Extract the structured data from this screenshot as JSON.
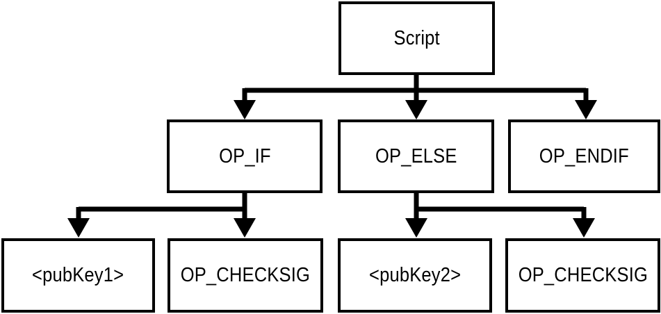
{
  "diagram": {
    "root": {
      "label": "Script"
    },
    "level1": [
      {
        "label": "OP_IF"
      },
      {
        "label": "OP_ELSE"
      },
      {
        "label": "OP_ENDIF"
      }
    ],
    "level2": [
      {
        "label": "<pubKey1>"
      },
      {
        "label": "OP_CHECKSIG"
      },
      {
        "label": "<pubKey2>"
      },
      {
        "label": "OP_CHECKSIG"
      }
    ],
    "edges": [
      {
        "from": "Script",
        "to": "OP_IF"
      },
      {
        "from": "Script",
        "to": "OP_ELSE"
      },
      {
        "from": "Script",
        "to": "OP_ENDIF"
      },
      {
        "from": "OP_IF",
        "to": "<pubKey1>"
      },
      {
        "from": "OP_IF",
        "to": "OP_CHECKSIG"
      },
      {
        "from": "OP_ELSE",
        "to": "<pubKey2>"
      },
      {
        "from": "OP_ELSE",
        "to": "OP_CHECKSIG"
      }
    ],
    "colors": {
      "stroke": "#000000",
      "fill": "#ffffff"
    }
  }
}
